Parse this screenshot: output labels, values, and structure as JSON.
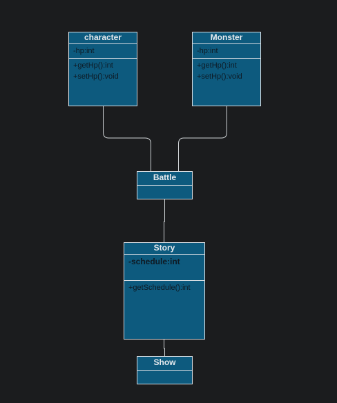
{
  "diagram": {
    "classes": {
      "character": {
        "name": "character",
        "attributes": [
          "-hp:int"
        ],
        "methods": [
          "+getHp():int",
          "+setHp():void"
        ]
      },
      "monster": {
        "name": "Monster",
        "attributes": [
          "-hp:int"
        ],
        "methods": [
          "+getHp():int",
          "+setHp():void"
        ]
      },
      "battle": {
        "name": "Battle",
        "attributes": [],
        "methods": []
      },
      "story": {
        "name": "Story",
        "attributes": [
          "-schedule:int"
        ],
        "methods": [
          "+getSchedule():int"
        ]
      },
      "show": {
        "name": "Show",
        "attributes": [],
        "methods": []
      }
    },
    "connections": [
      {
        "from": "character",
        "to": "battle"
      },
      {
        "from": "Monster",
        "to": "battle"
      },
      {
        "from": "battle",
        "to": "story"
      },
      {
        "from": "story",
        "to": "show"
      }
    ]
  },
  "colors": {
    "background": "#1b1c1e",
    "class_fill": "#0d5a7e",
    "class_border": "#d8dde2",
    "title_text": "#e6eaee",
    "member_text": "#0e1a24",
    "connector": "#cfd3d6"
  }
}
